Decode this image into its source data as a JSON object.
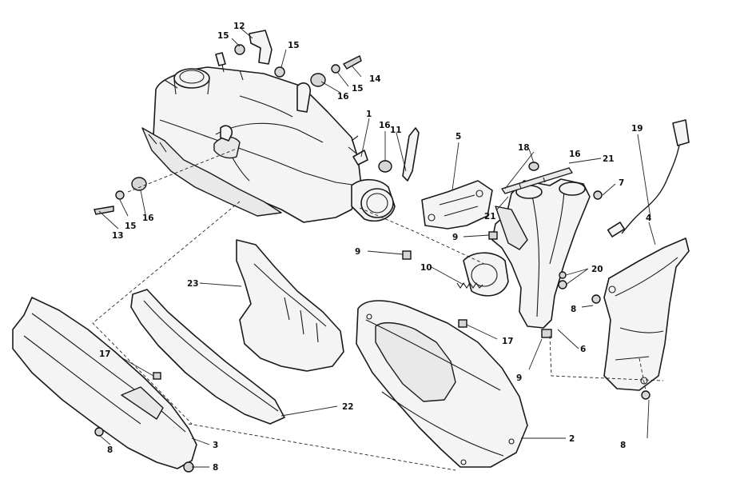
{
  "callouts": {
    "c1": "1",
    "c2": "2",
    "c3": "3",
    "c4": "4",
    "c5": "5",
    "c6": "6",
    "c7": "7",
    "c8a": "8",
    "c8b": "8",
    "c8c": "8",
    "c8d": "8",
    "c9a": "9",
    "c9b": "9",
    "c9c": "9",
    "c10": "10",
    "c11": "11",
    "c12": "12",
    "c13": "13",
    "c14": "14",
    "c15a": "15",
    "c15b": "15",
    "c15c": "15",
    "c15d": "15",
    "c16a": "16",
    "c16b": "16",
    "c16c": "16",
    "c16d": "16",
    "c17a": "17",
    "c17b": "17",
    "c18": "18",
    "c19": "19",
    "c20": "20",
    "c21a": "21",
    "c21b": "21",
    "c22": "22",
    "c23": "23"
  }
}
